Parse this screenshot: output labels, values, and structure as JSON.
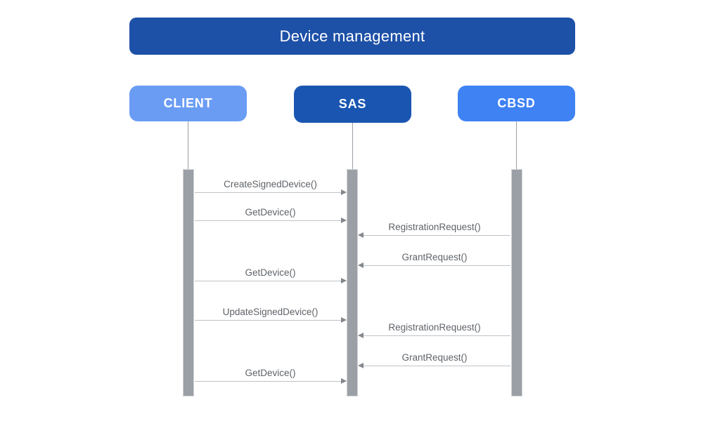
{
  "diagram": {
    "title": "Device management",
    "actors": [
      {
        "id": "client",
        "label": "CLIENT",
        "color": "#6a9cf4"
      },
      {
        "id": "sas",
        "label": "SAS",
        "color": "#1a56b1"
      },
      {
        "id": "cbsd",
        "label": "CBSD",
        "color": "#3e82f4"
      }
    ],
    "messages": [
      {
        "label": "CreateSignedDevice()",
        "from": "CLIENT",
        "to": "SAS"
      },
      {
        "label": "GetDevice()",
        "from": "CLIENT",
        "to": "SAS"
      },
      {
        "label": "RegistrationRequest()",
        "from": "CBSD",
        "to": "SAS"
      },
      {
        "label": "GrantRequest()",
        "from": "CBSD",
        "to": "SAS"
      },
      {
        "label": "GetDevice()",
        "from": "CLIENT",
        "to": "SAS"
      },
      {
        "label": "UpdateSignedDevice()",
        "from": "CLIENT",
        "to": "SAS"
      },
      {
        "label": "RegistrationRequest()",
        "from": "CBSD",
        "to": "SAS"
      },
      {
        "label": "GrantRequest()",
        "from": "CBSD",
        "to": "SAS"
      },
      {
        "label": "GetDevice()",
        "from": "CLIENT",
        "to": "SAS"
      }
    ],
    "colors": {
      "title_bg": "#1d50a7",
      "title_text": "#ffffff",
      "client_bg": "#6a9cf4",
      "sas_bg": "#1a56b1",
      "cbsd_bg": "#3e82f4",
      "actor_text": "#ffffff",
      "lifeline": "#9aa0a6",
      "activation_fill": "#9aa0a6",
      "activation_border": "#d2d4d7",
      "arrow_line": "#bfc3c7",
      "arrow_head": "#84888d",
      "message_text": "#5f6368",
      "background": "#ffffff"
    }
  }
}
